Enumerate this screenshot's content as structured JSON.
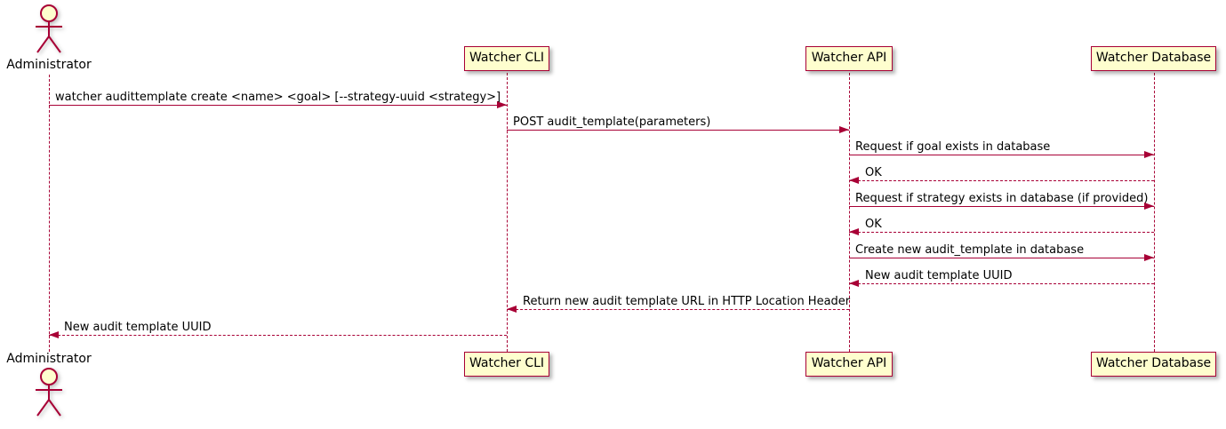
{
  "diagram": {
    "type": "uml-sequence-diagram",
    "actor": {
      "name": "Administrator"
    },
    "participants": [
      {
        "label": "Watcher CLI"
      },
      {
        "label": "Watcher API"
      },
      {
        "label": "Watcher Database"
      }
    ],
    "messages": [
      {
        "label": "watcher audittemplate create <name> <goal> [--strategy-uuid <strategy>]",
        "from": "Administrator",
        "to": "Watcher CLI",
        "style": "solid"
      },
      {
        "label": "POST audit_template(parameters)",
        "from": "Watcher CLI",
        "to": "Watcher API",
        "style": "solid"
      },
      {
        "label": "Request if goal exists in database",
        "from": "Watcher API",
        "to": "Watcher Database",
        "style": "solid"
      },
      {
        "label": "OK",
        "from": "Watcher Database",
        "to": "Watcher API",
        "style": "dashed"
      },
      {
        "label": "Request if strategy exists in database (if provided)",
        "from": "Watcher API",
        "to": "Watcher Database",
        "style": "solid"
      },
      {
        "label": "OK",
        "from": "Watcher Database",
        "to": "Watcher API",
        "style": "dashed"
      },
      {
        "label": "Create new audit_template in database",
        "from": "Watcher API",
        "to": "Watcher Database",
        "style": "solid"
      },
      {
        "label": "New audit template UUID",
        "from": "Watcher Database",
        "to": "Watcher API",
        "style": "dashed"
      },
      {
        "label": "Return new audit template URL in HTTP Location Header",
        "from": "Watcher API",
        "to": "Watcher CLI",
        "style": "dashed"
      },
      {
        "label": "New audit template UUID",
        "from": "Watcher CLI",
        "to": "Administrator",
        "style": "dashed"
      }
    ],
    "colors": {
      "line": "#A80036",
      "participant_fill": "#FEFECE",
      "text": "#000000",
      "background": "#FFFFFF"
    }
  }
}
